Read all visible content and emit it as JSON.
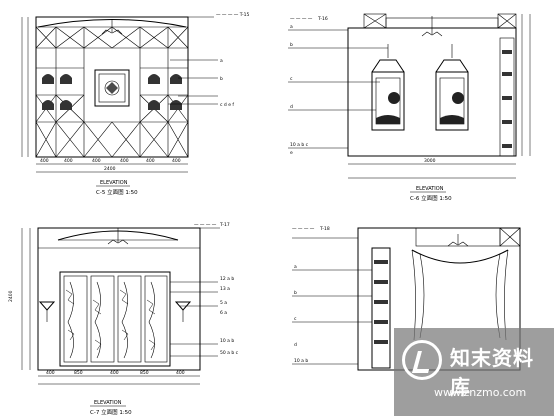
{
  "drawing": {
    "p1": {
      "callout": "一 一 一 一 T-15",
      "title": "ELEVATION",
      "sub": "C-5 立面图 1:50",
      "dims": [
        "400",
        "400",
        "400",
        "400",
        "400",
        "400"
      ],
      "total": "2400",
      "labels": [
        "a",
        "b",
        "c d e f"
      ]
    },
    "p2": {
      "callout": "T-16",
      "title": "ELEVATION",
      "sub": "C-6 立面图 1:50",
      "total": "3000",
      "labels": [
        "a",
        "b",
        "c",
        "d",
        "10 a b c",
        "e"
      ]
    },
    "p3": {
      "callout": "T-17",
      "title": "ELEVATION",
      "sub": "C-7 立面图 1:50",
      "dims": [
        "400",
        "850",
        "400",
        "850",
        "400"
      ],
      "labels": [
        "12 a b",
        "13 a",
        "5 a",
        "6 a",
        "10 a b",
        "50 a b c"
      ],
      "height": "2400"
    },
    "p4": {
      "callout": "T-18",
      "labels": [
        "a",
        "b",
        "c",
        "d",
        "10 a b"
      ]
    }
  },
  "watermark": {
    "brand": "知末资料库",
    "site": "www.znzmo.com"
  }
}
